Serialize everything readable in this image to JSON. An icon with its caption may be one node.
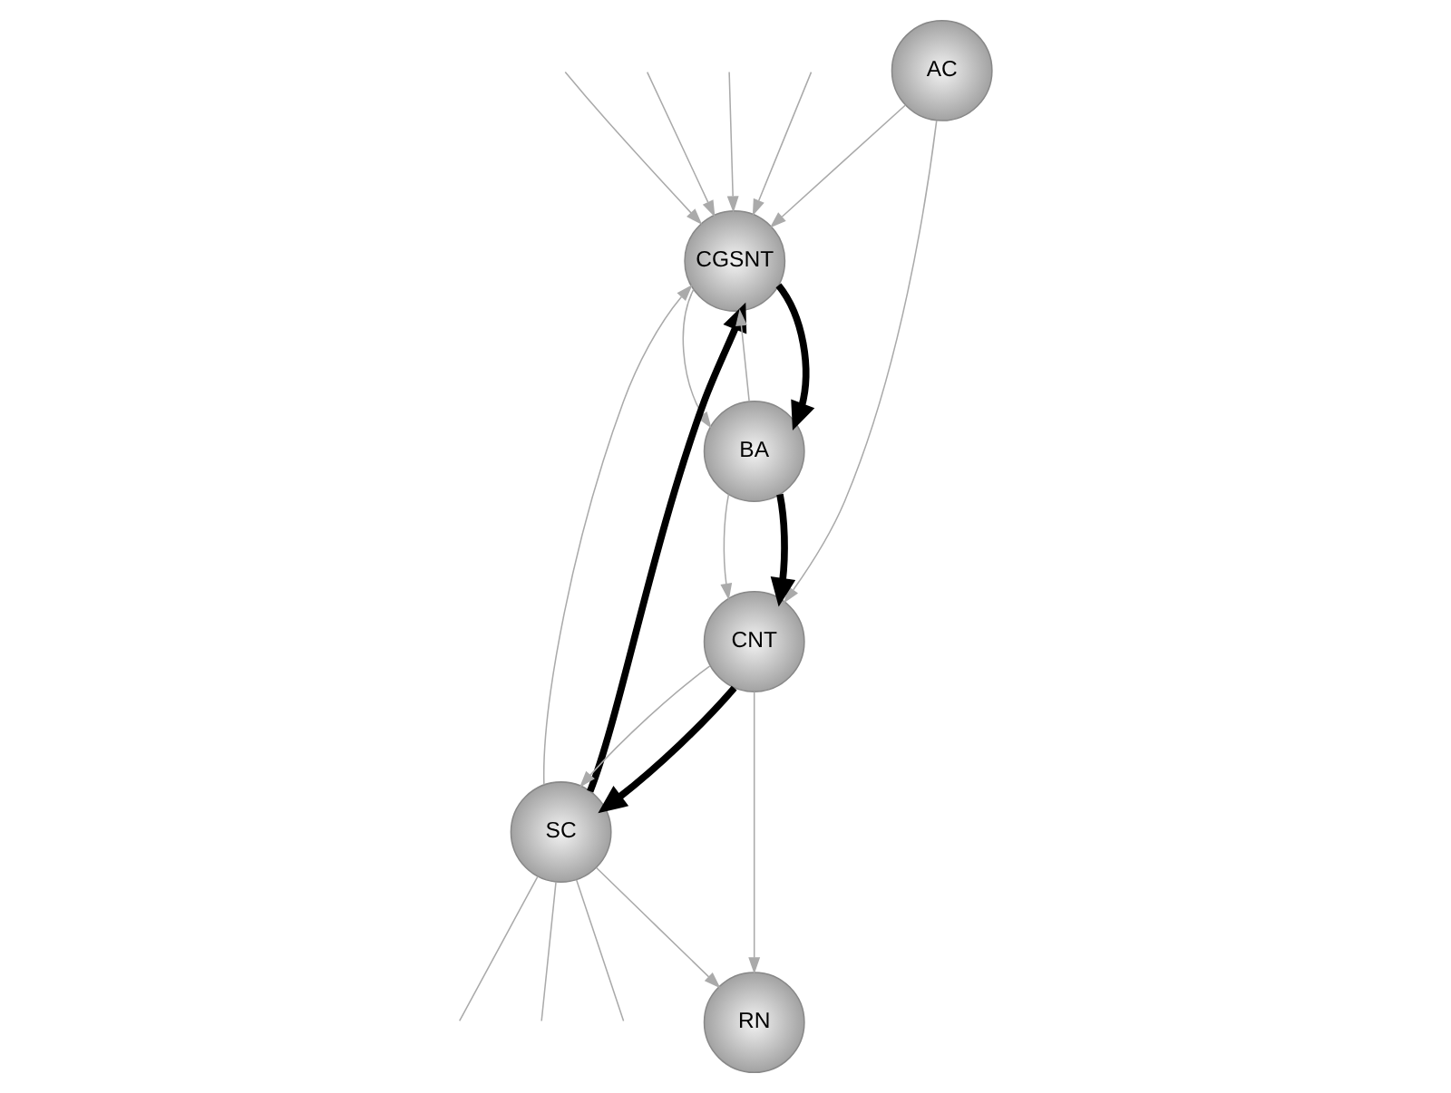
{
  "diagram": {
    "nodes": [
      {
        "text": [
          "CGSNT"
        ]
      },
      {
        "text": [
          "SC"
        ]
      },
      {
        "text": [
          "AC"
        ]
      },
      {
        "text": [
          "CNT"
        ]
      },
      {
        "text": [
          "RN"
        ]
      },
      {
        "text": [
          "BA"
        ]
      }
    ],
    "edges": [
      {
        "from": null,
        "to": 0,
        "arrow": "to"
      },
      {
        "from": null,
        "to": 0,
        "arrow": "to"
      },
      {
        "from": null,
        "to": 0,
        "arrow": "to"
      },
      {
        "from": null,
        "to": 0,
        "arrow": "to"
      },
      {
        "from": 1,
        "to": null,
        "arrow": "none"
      },
      {
        "from": 1,
        "to": null,
        "arrow": "none"
      },
      {
        "from": 1,
        "to": null,
        "arrow": "none"
      },
      {
        "from": 1,
        "to": 0,
        "arrow": "to"
      },
      {
        "from": 0,
        "to": 5,
        "arrow": "to"
      },
      {
        "from": 5,
        "to": 0,
        "arrow": "to"
      },
      {
        "from": 2,
        "to": 0,
        "arrow": "to"
      },
      {
        "from": 2,
        "to": 3,
        "arrow": "to"
      },
      {
        "from": 5,
        "to": 3,
        "arrow": "to"
      },
      {
        "from": 3,
        "to": 1,
        "arrow": "to"
      },
      {
        "from": 3,
        "to": 4,
        "arrow": "to"
      },
      {
        "from": 1,
        "to": 4,
        "arrow": "to"
      },
      {
        "from": 1,
        "to": 0,
        "arrow": "to",
        "style": "thick",
        "color": "#000000"
      },
      {
        "from": 0,
        "to": 5,
        "arrow": "to",
        "style": "thick",
        "color": "#000000"
      },
      {
        "from": 5,
        "to": 3,
        "arrow": "to",
        "style": "thick",
        "color": "#000000"
      },
      {
        "from": 3,
        "to": 1,
        "arrow": "to",
        "style": "thick",
        "color": "#000000"
      }
    ]
  }
}
